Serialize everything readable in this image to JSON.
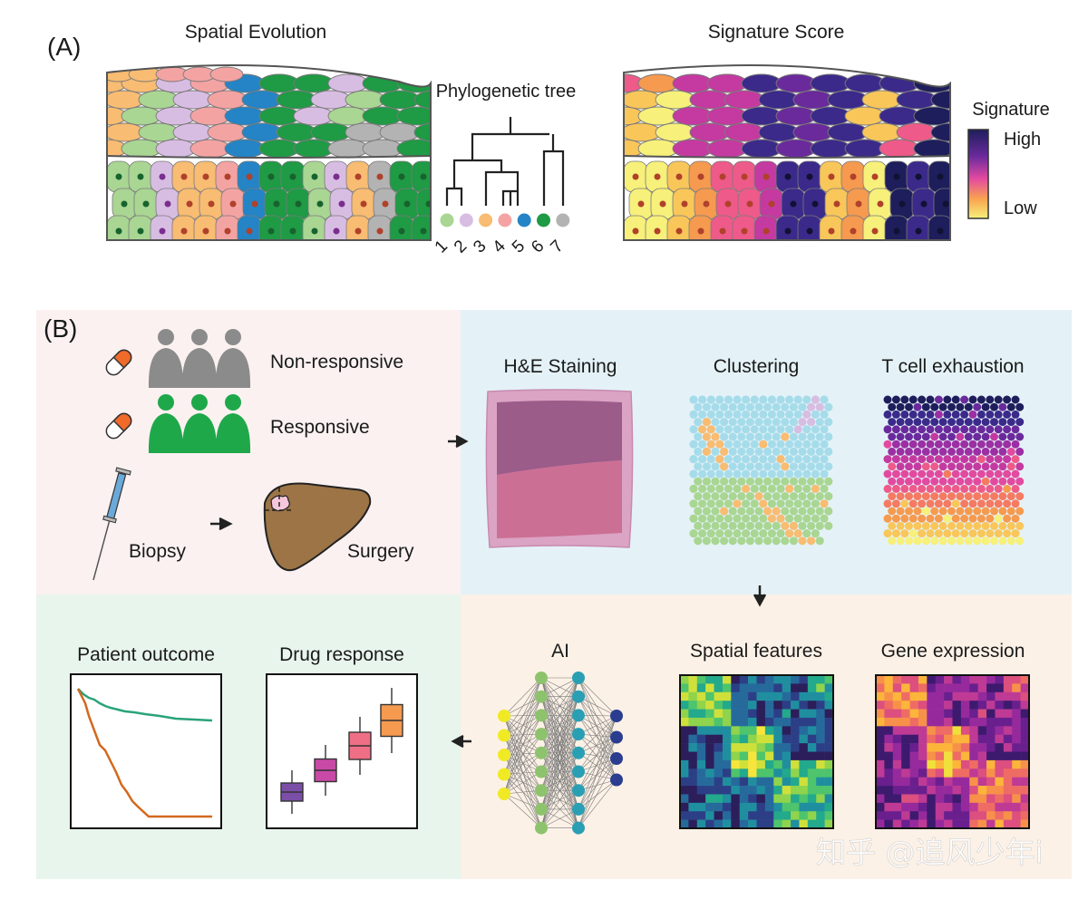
{
  "panel_a": {
    "label": "(A)",
    "spatial_title": "Spatial Evolution",
    "signature_title": "Signature Score",
    "tree_title": "Phylogenetic tree",
    "clones": [
      {
        "id": "1",
        "color": "#a9d693"
      },
      {
        "id": "2",
        "color": "#d8bde3"
      },
      {
        "id": "3",
        "color": "#f8bc72"
      },
      {
        "id": "4",
        "color": "#f4a3a3"
      },
      {
        "id": "5",
        "color": "#2484c6"
      },
      {
        "id": "6",
        "color": "#1f9a45"
      },
      {
        "id": "7",
        "color": "#b3b3b3"
      }
    ],
    "legend": {
      "title": "Signature",
      "high": "High",
      "low": "Low"
    }
  },
  "panel_b": {
    "label": "(B)",
    "non_responsive": "Non-responsive",
    "responsive": "Responsive",
    "biopsy": "Biopsy",
    "surgery": "Surgery",
    "he_staining": "H&E Staining",
    "clustering": "Clustering",
    "tcell": "T cell exhaustion",
    "ai": "AI",
    "spatial_features": "Spatial features",
    "gene_expression": "Gene expression",
    "patient_outcome": "Patient outcome",
    "drug_response": "Drug response"
  },
  "watermark": "知乎 @追风少年i",
  "colors": {
    "pink_bg": "#fbf1f1",
    "blue_bg": "#e4f2f7",
    "green_bg": "#e8f5ec",
    "peach_bg": "#fcf1e6",
    "responsive_green": "#1fa84a",
    "nonresponsive_gray": "#8b8b8b",
    "survival_good": "#2aa37a",
    "survival_poor": "#d2691e"
  }
}
